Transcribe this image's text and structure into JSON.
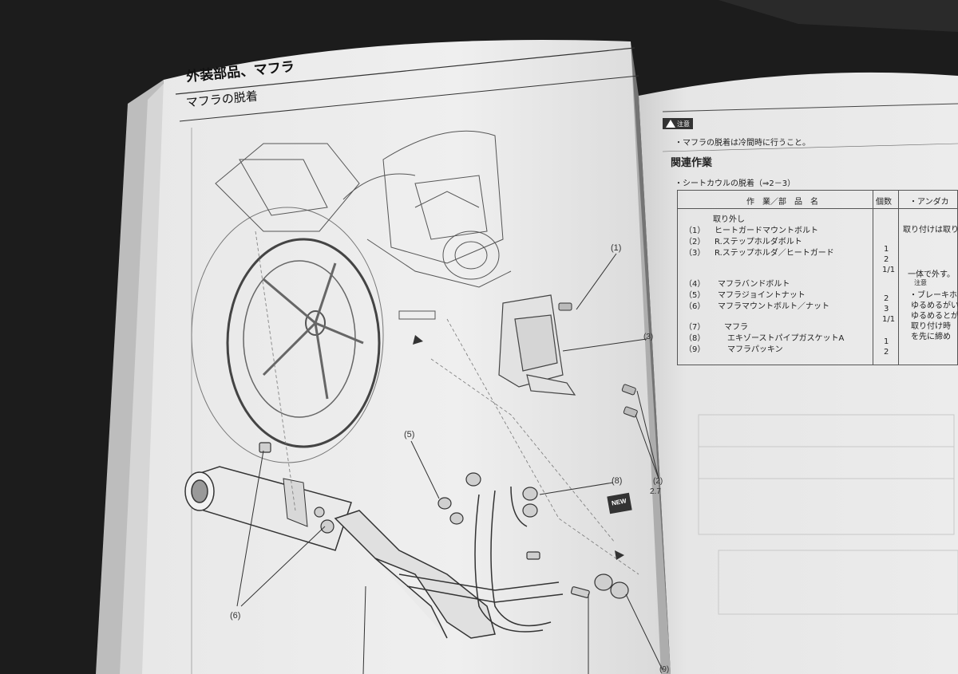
{
  "left_page": {
    "section_title": "外装部品、マフラ",
    "subsection_title": "マフラの脱着",
    "callouts": [
      "(1)",
      "(3)",
      "(5)",
      "(8)",
      "(6)",
      "(2)",
      "(9)"
    ],
    "torque_partial": "2.7",
    "new_badge": "NEW"
  },
  "right_page": {
    "caution_badge": "注意",
    "caution_text": "・マフラの脱着は冷間時に行うこと。",
    "related_heading": "関連作業",
    "related_item": "・シートカウルの脱着（⇒2－3）",
    "table": {
      "headers": [
        "作　業／部　品　名",
        "個数",
        "・アンダカ"
      ],
      "group_label": "取り外し",
      "rows": [
        {
          "no": "（1）",
          "name": "ヒートガードマウントボルト",
          "qty": "1"
        },
        {
          "no": "（2）",
          "name": "R.ステップホルダボルト",
          "qty": "2"
        },
        {
          "no": "（3）",
          "name": "R.ステップホルダ／ヒートガード",
          "qty": "1/1"
        },
        {
          "no": "（4）",
          "name": "マフラバンドボルト",
          "qty": ""
        },
        {
          "no": "（5）",
          "name": "マフラジョイントナット",
          "qty": "2"
        },
        {
          "no": "（6）",
          "name": "マフラマウントボルト／ナット",
          "qty": "3"
        },
        {
          "no": "（7）",
          "name": "マフラ",
          "qty": "1/1"
        },
        {
          "no": "（8）",
          "name": "エキゾーストパイプガスケットA",
          "qty": "1"
        },
        {
          "no": "（9）",
          "name": "マフラパッキン",
          "qty": "2"
        }
      ],
      "remarks": [
        "取り付けは取り",
        "一体で外す。",
        "注意",
        "・ブレーキホ",
        "ゆるめるがい",
        "ゆるめるとが",
        "取り付け時",
        "を先に締め"
      ]
    }
  }
}
